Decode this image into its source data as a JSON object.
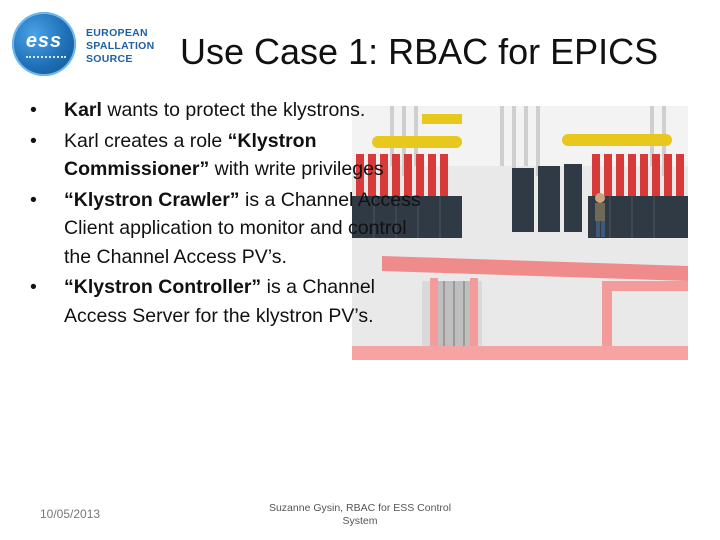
{
  "logo": {
    "mark_text": "ess",
    "line1": "EUROPEAN",
    "line2": "SPALLATION",
    "line3": "SOURCE",
    "accent_color": "#1f6fb6"
  },
  "title": "Use Case 1:  RBAC for EPICS",
  "bullets": [
    {
      "symbol": "•",
      "bold": "Karl",
      "text": " wants to protect the klystrons."
    },
    {
      "symbol": "•",
      "pre": "Karl creates a role ",
      "bold": "“Klystron Commissioner”",
      "post": " with write privileges"
    },
    {
      "symbol": "•",
      "bold": "“Klystron Crawler”",
      "post": " is a Channel Access Client application to monitor and control the Channel Access PV’s."
    },
    {
      "symbol": "•",
      "bold": "“Klystron Controller”",
      "post": " is a Channel Access Server for the klystron PV’s."
    }
  ],
  "illustration": {
    "icon": "klystron-gallery-render"
  },
  "footer": {
    "date": "10/05/2013",
    "center": "Suzanne Gysin, RBAC for ESS Control System"
  }
}
